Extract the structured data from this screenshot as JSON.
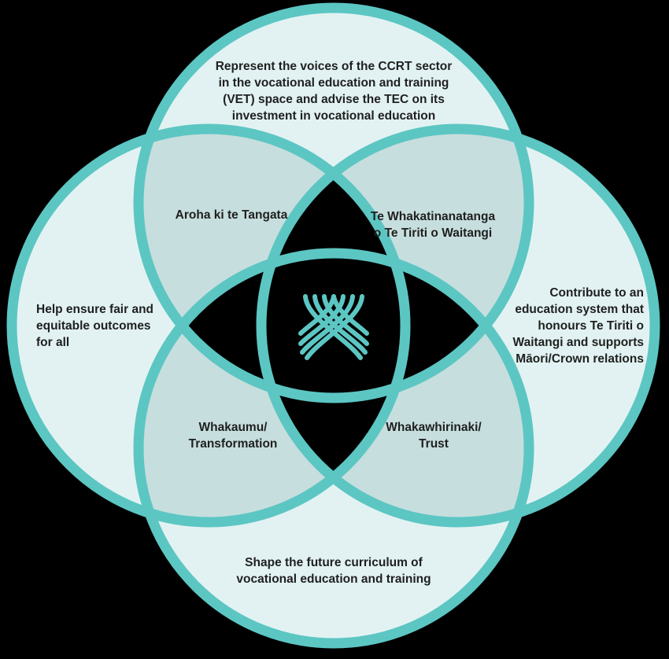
{
  "colors": {
    "background": "#000000",
    "ring": "#5cc6c3",
    "outer_fill": "#e2f2f2",
    "overlap_fill": "#c7dede",
    "center_fill": "#000000",
    "text": "#1f1f1f"
  },
  "circles": {
    "top": {
      "lines": [
        "Represent the voices of the CCRT sector",
        "in the vocational education and training",
        "(VET) space and advise the TEC on its",
        "investment in vocational education"
      ]
    },
    "left": {
      "lines": [
        "Help ensure fair and",
        "equitable outcomes",
        "for all"
      ]
    },
    "right": {
      "lines": [
        "Contribute to an",
        "education system that",
        "honours Te Tiriti o",
        "Waitangi and supports",
        "Māori/Crown relations"
      ]
    },
    "bottom": {
      "lines": [
        "Shape the future curriculum of",
        "vocational education and training"
      ]
    }
  },
  "overlaps": {
    "top_left": {
      "lines": [
        "Aroha ki te Tangata"
      ]
    },
    "top_right": {
      "lines": [
        "Te Whakatinanatanga",
        "o Te Tiriti o Waitangi"
      ]
    },
    "bottom_left": {
      "lines": [
        "Whakaumu/",
        "Transformation"
      ]
    },
    "bottom_right": {
      "lines": [
        "Whakawhirinaki/",
        "Trust"
      ]
    }
  },
  "center_icon": "woven-strands-icon"
}
